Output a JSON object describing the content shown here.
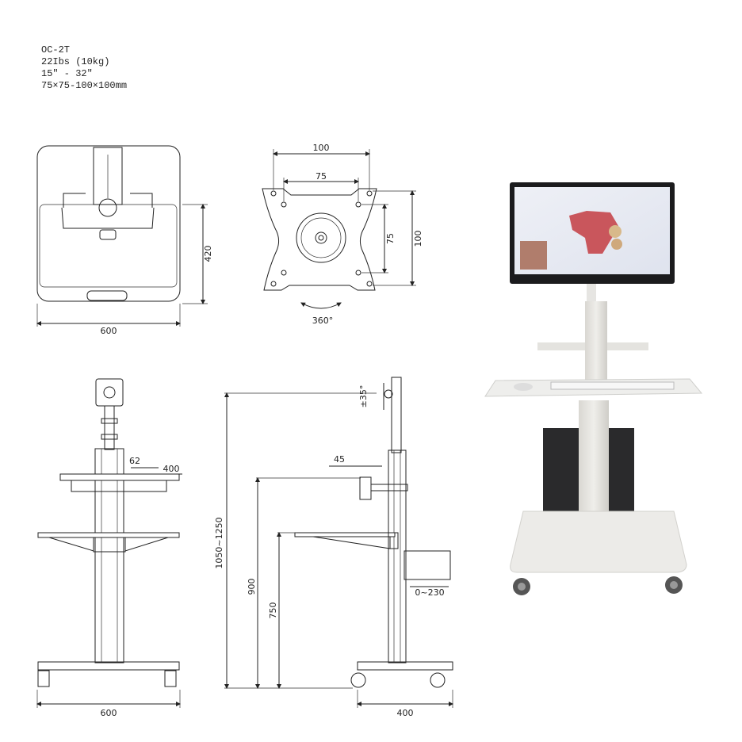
{
  "specs": {
    "model": "OC-2T",
    "load": "22Ibs (10kg)",
    "screen_size": "15″ - 32″",
    "vesa": "75×75-100×100mm"
  },
  "top_view": {
    "depth": "420",
    "width": "600"
  },
  "vesa_plate": {
    "outer_width": "100",
    "inner_width": "75",
    "inner_height": "75",
    "outer_height": "100",
    "rotation": "360°"
  },
  "front_view": {
    "offset": "62",
    "shelf_width": "400",
    "base_width": "600"
  },
  "side_view": {
    "tilt": "±35°",
    "height_range": "1050~1250",
    "shelf_height": "900",
    "tray_height": "750",
    "shelf_depth": "45",
    "drawer_travel": "0~230",
    "base_depth": "400"
  }
}
